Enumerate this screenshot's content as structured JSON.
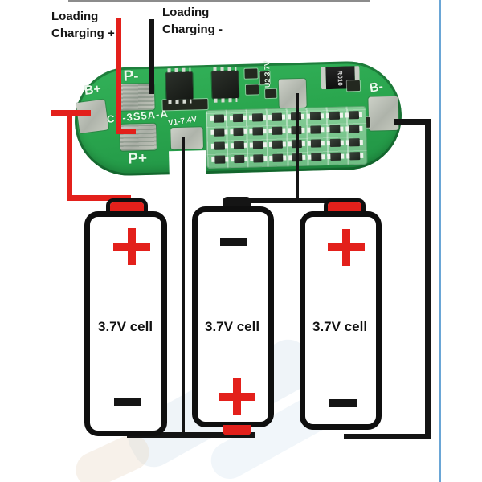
{
  "top_labels": {
    "charging_plus": {
      "line1": "Loading",
      "line2": "Charging +"
    },
    "charging_minus": {
      "line1": "Loading",
      "line2": "Charging -"
    }
  },
  "pcb": {
    "silkscreen": {
      "b_plus": "B+",
      "p_minus": "P-",
      "p_plus": "P+",
      "b_minus": "B-",
      "model": "CF-3S5A-A",
      "v1_tap": "V1-7.4V",
      "u2_tap": "U2-3.7V",
      "shunt": "R010"
    },
    "colors": {
      "board_green": "#2aa64e",
      "dense_green": "#7cc78f",
      "pad_gray": "#b9bdb3",
      "ic_black": "#1d231d"
    }
  },
  "cells": [
    {
      "label": "3.7V cell",
      "top_terminal": "+",
      "bottom_terminal": "−",
      "top_cap_color": "#e3201b",
      "plus_color": "#e3201b",
      "minus_color": "#151515"
    },
    {
      "label": "3.7V cell",
      "top_terminal": "−",
      "bottom_terminal": "+",
      "top_cap_color": "#151515",
      "bottom_cap_color": "#e3201b",
      "plus_color": "#e3201b",
      "minus_color": "#151515"
    },
    {
      "label": "3.7V cell",
      "top_terminal": "+",
      "bottom_terminal": "−",
      "top_cap_color": "#e3201b",
      "plus_color": "#e3201b",
      "minus_color": "#151515"
    }
  ],
  "wires": {
    "positive_color": "#e3201b",
    "negative_color": "#141414",
    "guide_color": "#6aa6d6"
  }
}
